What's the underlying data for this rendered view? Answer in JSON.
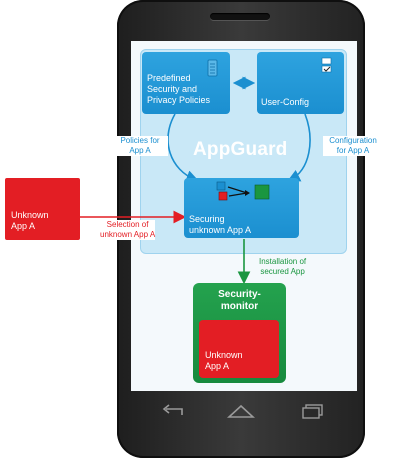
{
  "diagram": {
    "title": "AppGuard",
    "predefined_label": "Predefined\nSecurity and\nPrivacy Policies",
    "user_config_label": "User-Config",
    "securing_label": "Securing\nunknown App A",
    "policies_label": "Policies for\nApp A",
    "configuration_label": "Configuration\nfor App A",
    "unknown_app_outside": "Unknown\nApp A",
    "selection_label": "Selection of\nunknown App A",
    "installation_label": "Installation of\nsecured App",
    "security_monitor_label": "Security-\nmonitor",
    "unknown_app_inside": "Unknown\nApp A"
  },
  "colors": {
    "blue": "#1b8fd0",
    "light_blue": "#c9e8f7",
    "red": "#e31e24",
    "green": "#1a9640",
    "phone": "#2a2a2a"
  },
  "icons": {
    "phone_nav": [
      "back-icon",
      "home-icon",
      "recent-apps-icon"
    ],
    "predefined": "document-stack-icon",
    "user_config": "checklist-icon",
    "securing": "transform-icon"
  }
}
